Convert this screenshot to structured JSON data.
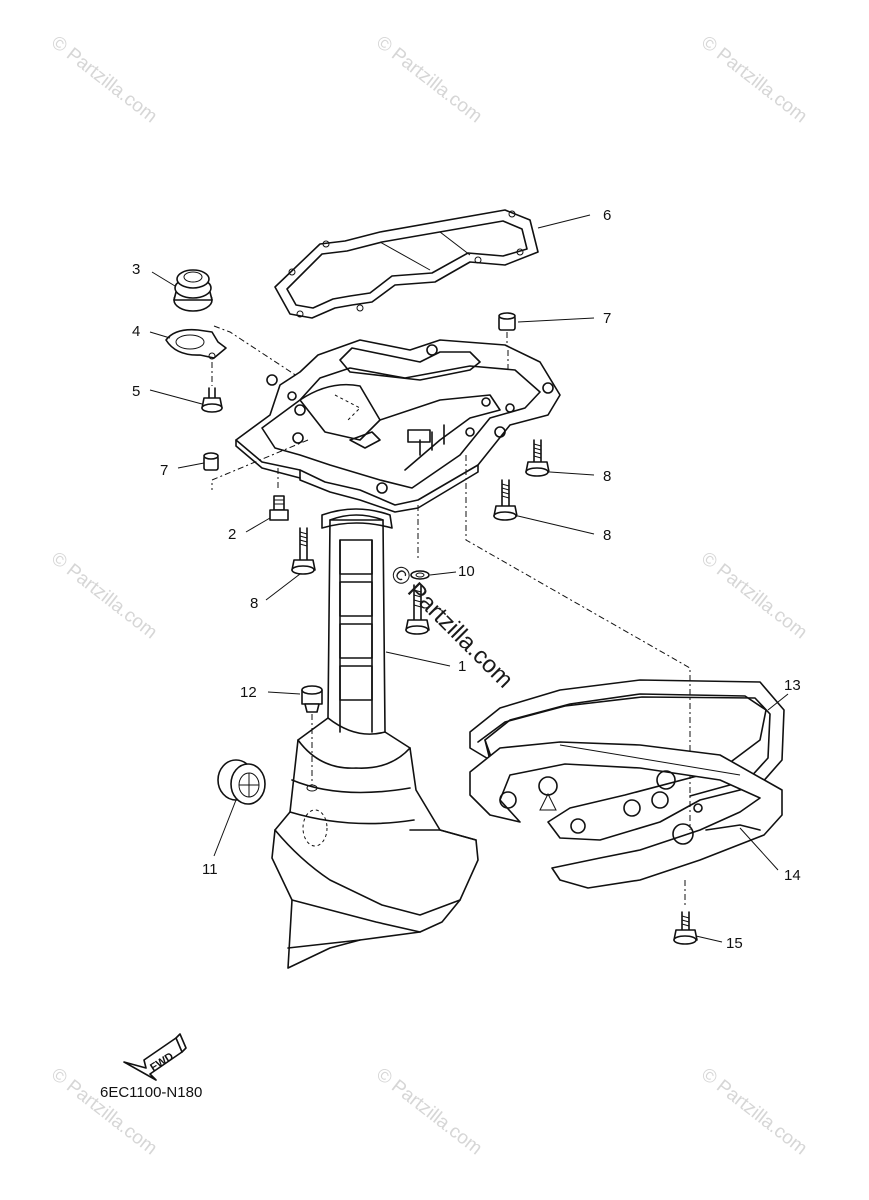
{
  "watermark": "© Partzilla.com",
  "center_watermark": "© Partzilla.com",
  "diagram_code": "6EC1100-N180",
  "fwd_label": "FWD",
  "callouts": {
    "c1": "1",
    "c2": "2",
    "c3": "3",
    "c4": "4",
    "c5": "5",
    "c6": "6",
    "c7a": "7",
    "c7b": "7",
    "c8a": "8",
    "c8b": "8",
    "c8c": "8",
    "c10": "10",
    "c11": "11",
    "c12": "12",
    "c13": "13",
    "c14": "14",
    "c15": "15"
  }
}
